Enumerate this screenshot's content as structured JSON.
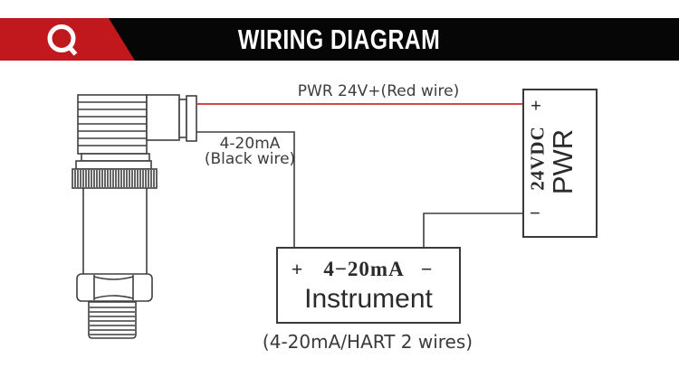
{
  "header": {
    "title": "WIRING DIAGRAM",
    "logo_icon": "magnifier-q",
    "colors": {
      "bar": "#060606",
      "accent_red": "#c1181d",
      "title_text": "#ffffff"
    }
  },
  "diagram": {
    "power_wire_label": "PWR 24V+(Red wire)",
    "signal_wire_label_line1": "4-20mA",
    "signal_wire_label_line2": "(Black wire)",
    "power_supply_box": {
      "plus": "+",
      "minus": "−",
      "voltage": "24VDC",
      "name": "PWR"
    },
    "instrument_box": {
      "plus": "+",
      "minus": "−",
      "range": "4−20mA",
      "name": "Instrument"
    },
    "caption": "(4-20mA/HART 2 wires)",
    "colors": {
      "wire_positive": "#cf2b2b",
      "wire_negative": "#3f3f3f",
      "drawing_line": "#3f3f3f",
      "label_text": "#3d3d3d"
    }
  }
}
